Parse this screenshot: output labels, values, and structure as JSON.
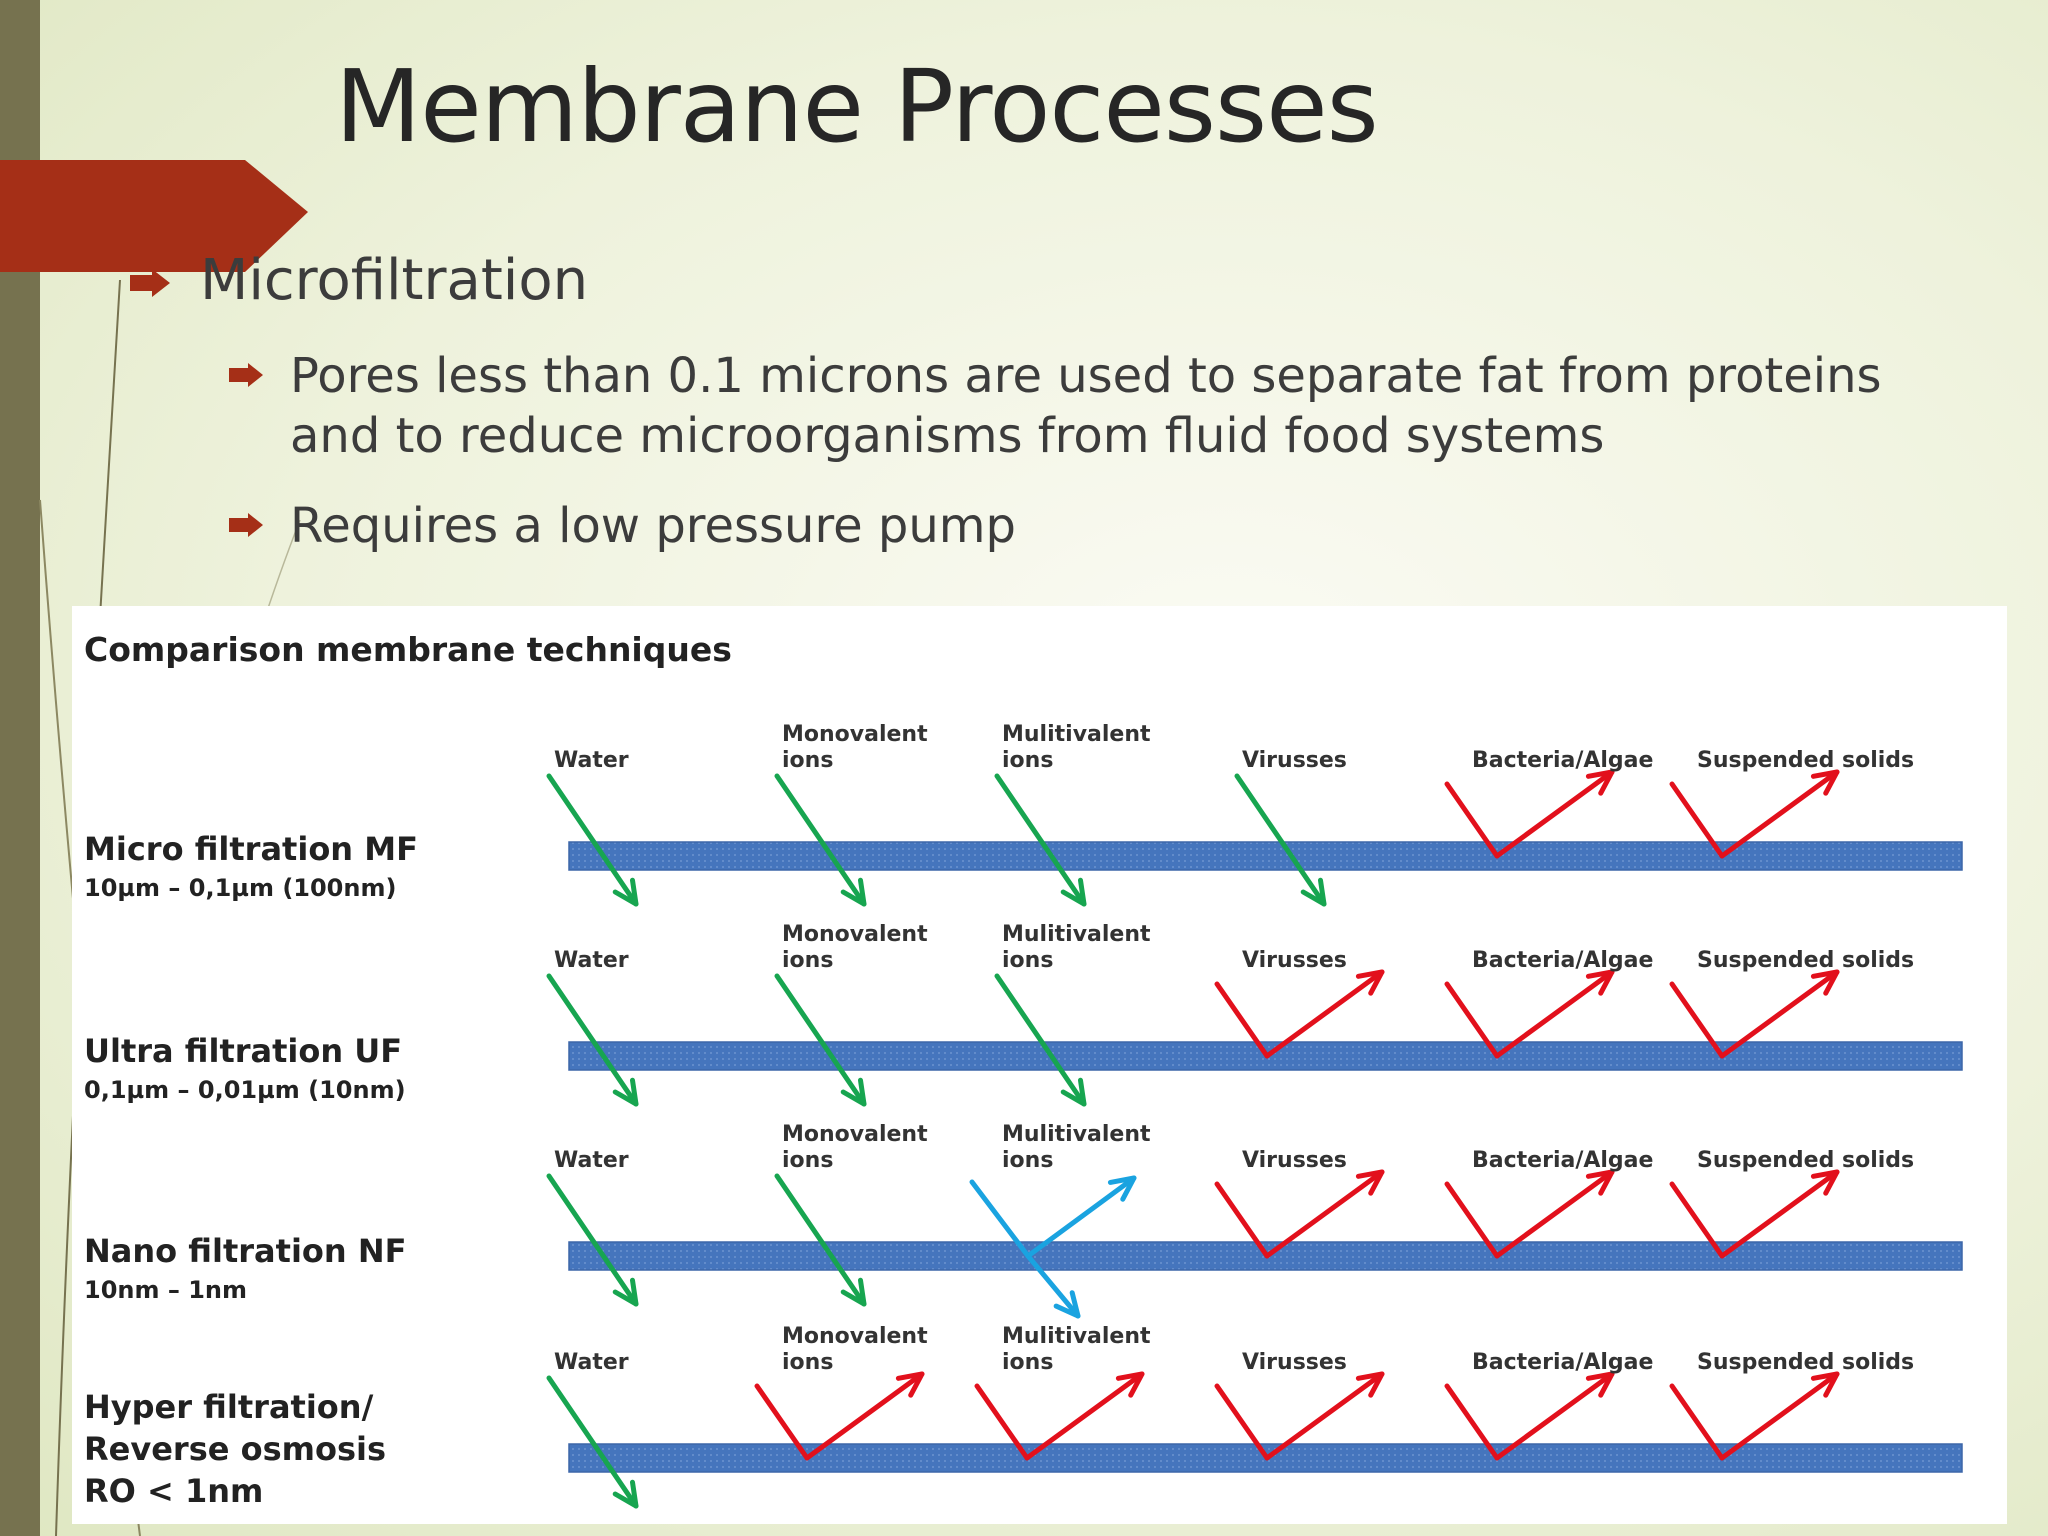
{
  "slide": {
    "title": "Membrane Processes",
    "bullets": [
      "Microfiltration",
      "Pores less than 0.1 microns are used to separate fat from proteins and to reduce microorganisms from fluid food systems",
      "Requires a low pressure pump"
    ],
    "colors": {
      "accent": "#a52f17",
      "side_bar": "#76724f"
    }
  },
  "diagram": {
    "title": "Comparison membrane techniques",
    "components": [
      "Water",
      "Monovalent ions",
      "Mulitivalent ions",
      "Virusses",
      "Bacteria/Algae",
      "Suspended solids"
    ],
    "rows": [
      {
        "name": "Micro filtration MF",
        "range": "10µm – 0,1µm (100nm)",
        "passes": [
          "pass",
          "pass",
          "pass",
          "pass",
          "reject",
          "reject"
        ]
      },
      {
        "name": "Ultra filtration UF",
        "range": "0,1µm – 0,01µm (10nm)",
        "passes": [
          "pass",
          "pass",
          "pass",
          "reject",
          "reject",
          "reject"
        ]
      },
      {
        "name": "Nano filtration NF",
        "range": "10nm – 1nm",
        "passes": [
          "pass",
          "pass",
          "partial",
          "reject",
          "reject",
          "reject"
        ]
      },
      {
        "name": "Hyper filtration/ Reverse osmosis",
        "range": "RO < 1nm",
        "passes": [
          "pass",
          "reject",
          "reject",
          "reject",
          "reject",
          "reject"
        ]
      }
    ],
    "colors": {
      "pass": "#17a550",
      "reject": "#e2101c",
      "partial": "#1aa3e0",
      "membrane": "#4575bd"
    }
  }
}
